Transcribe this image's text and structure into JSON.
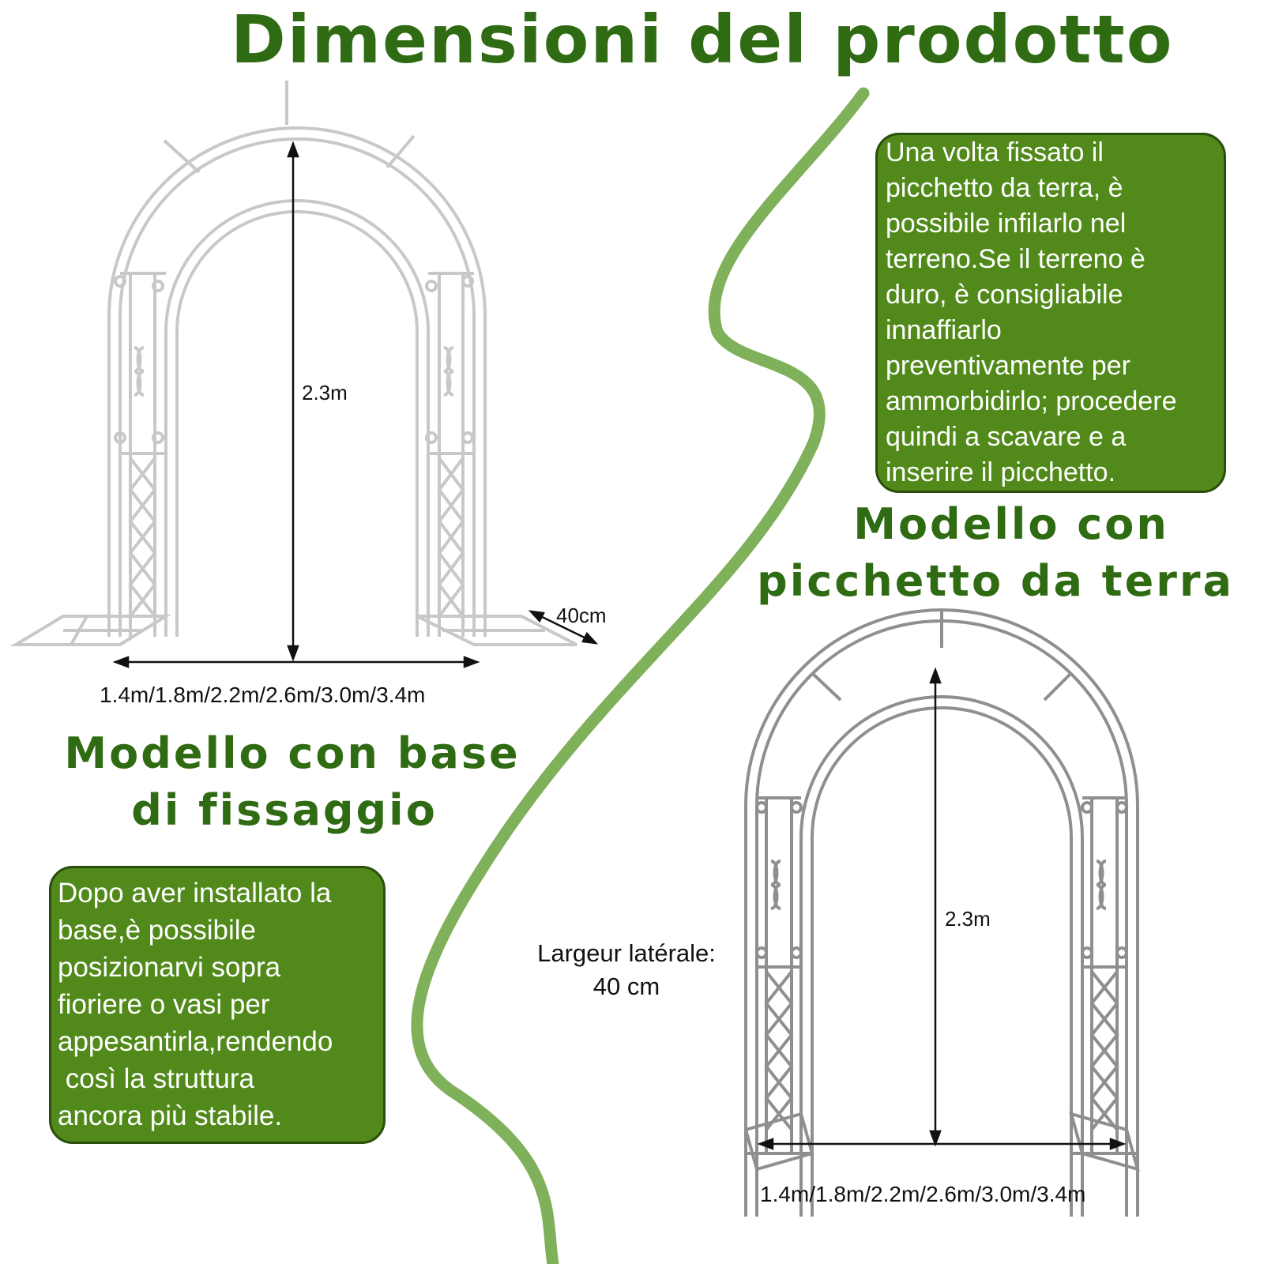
{
  "title": "Dimensioni del prodotto",
  "colors": {
    "accent_green": "#2f6b13",
    "box_green": "#518a1a",
    "curve_green": "#7fb05a"
  },
  "base_model": {
    "heading_lines": [
      "Modello con base",
      "di fissaggio"
    ],
    "height_label": "2.3m",
    "depth_label": "40cm",
    "width_label": "1.4m/1.8m/2.2m/2.6m/3.0m/3.4m",
    "description_lines": [
      "Dopo aver installato la",
      "base,è possibile",
      "posizionarvi sopra",
      "fioriere o vasi per",
      "appesantirla,rendendo",
      " così la struttura",
      "ancora più stabile."
    ]
  },
  "stake_model": {
    "heading_lines": [
      "Modello con",
      "picchetto da terra"
    ],
    "height_label": "2.3m",
    "side_width_lines": [
      "Largeur latérale:",
      "40 cm"
    ],
    "width_label": "1.4m/1.8m/2.2m/2.6m/3.0m/3.4m",
    "description_lines": [
      "Una volta fissato il",
      "picchetto da terra, è",
      "possibile infilarlo nel",
      "terreno.Se il terreno è",
      "duro, è consigliabile",
      "innaffiarlo",
      "preventivamente per",
      "ammorbidirlo; procedere",
      "quindi a scavare e a",
      "inserire il picchetto."
    ]
  }
}
